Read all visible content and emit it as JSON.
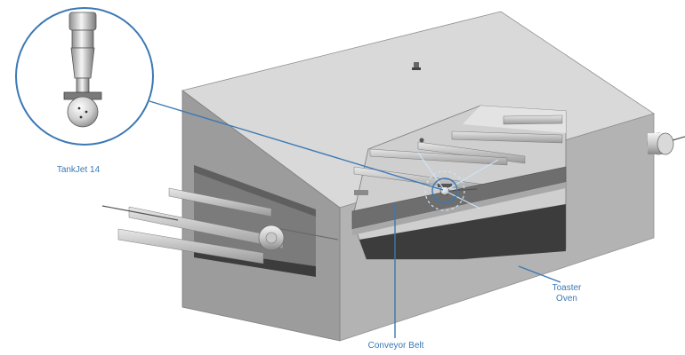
{
  "labels": {
    "tankjet": "TankJet 14",
    "conveyor": "Conveyor Belt",
    "toaster_line1": "Toaster",
    "toaster_line2": "Oven"
  },
  "colors": {
    "accent": "#3b78b5",
    "oven_front": "#9c9c9c",
    "oven_top": "#d9d9d9",
    "oven_side": "#b3b3b3",
    "interior_dark": "#3c3c3c"
  },
  "icons": [
    "tank-cleaning-nozzle-icon",
    "spray-ball-icon"
  ]
}
